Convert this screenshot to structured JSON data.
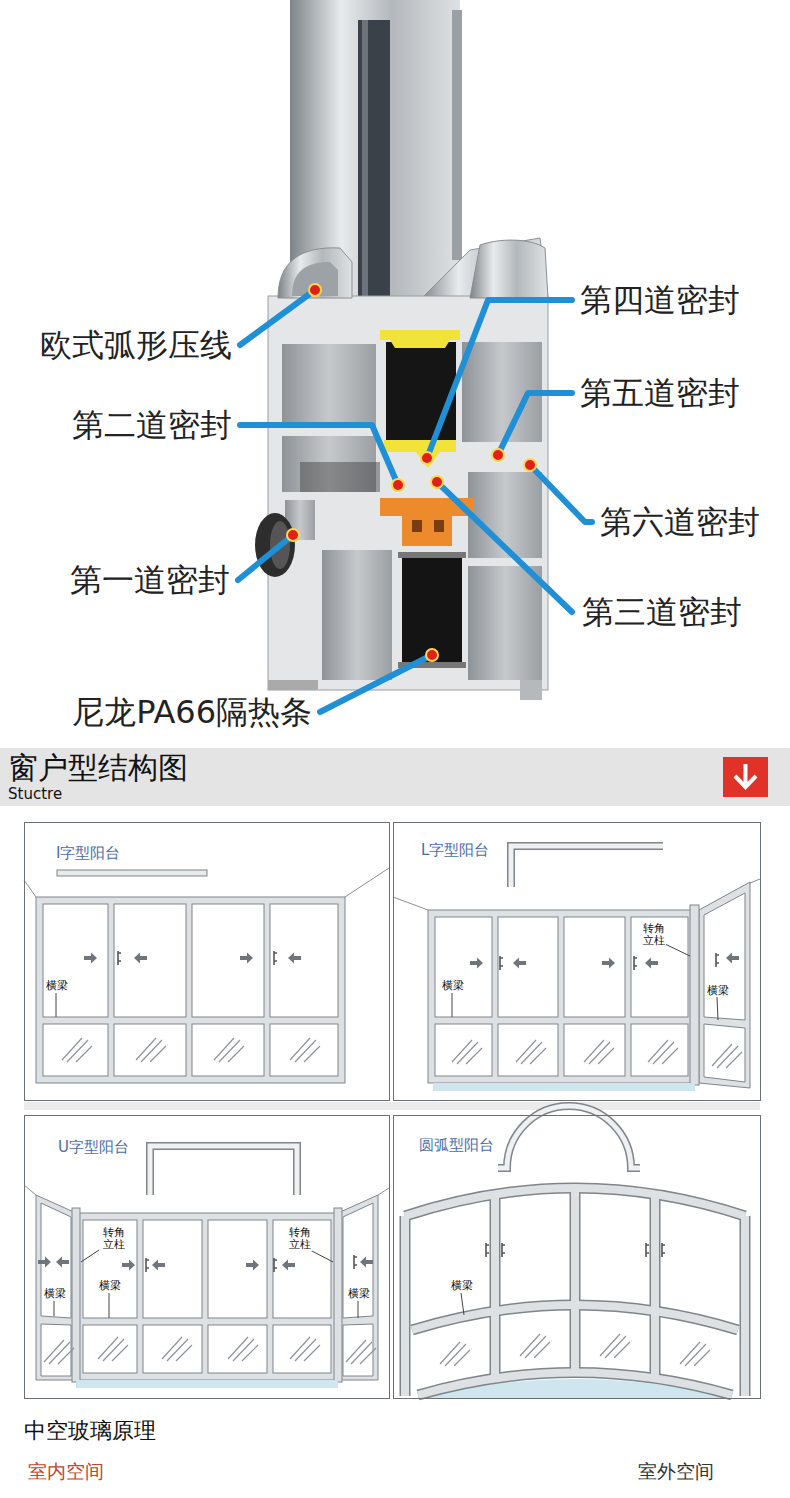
{
  "diagram": {
    "nodes": [
      {
        "text": [
          "窗户型结构图",
          "Stuctre"
        ]
      },
      {
        "text": [
          "I字型阳台",
          "横梁"
        ]
      },
      {
        "text": [
          "L字型阳台",
          "转角 立柱",
          "横梁",
          "横梁"
        ]
      },
      {
        "text": [
          "U字型阳台",
          "转角 立柱",
          "转角 立柱",
          "横梁",
          "横梁",
          "横梁"
        ]
      },
      {
        "text": [
          "圆弧型阳台",
          "横梁"
        ]
      }
    ],
    "labels": [
      "第四道密封",
      "欧式弧形压线",
      "第五道密封",
      "第二道密封",
      "第六道密封",
      "第一道密封",
      "第三道密封",
      "尼龙PA66隔热条",
      "中空玻璃原理",
      "室内空间",
      "室外空间"
    ]
  }
}
